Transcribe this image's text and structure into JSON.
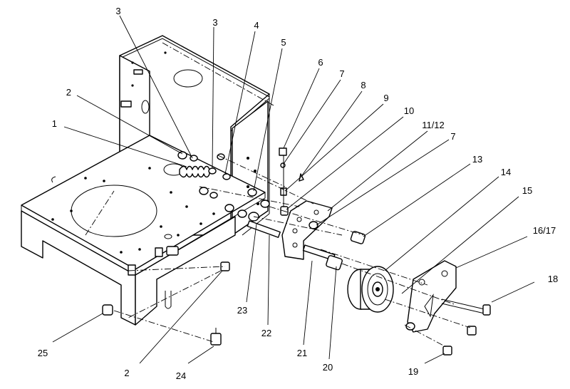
{
  "callouts": [
    {
      "id": "1",
      "label": "1"
    },
    {
      "id": "2a",
      "label": "2"
    },
    {
      "id": "3a",
      "label": "3"
    },
    {
      "id": "3b",
      "label": "3"
    },
    {
      "id": "4",
      "label": "4"
    },
    {
      "id": "5",
      "label": "5"
    },
    {
      "id": "6",
      "label": "6"
    },
    {
      "id": "7a",
      "label": "7"
    },
    {
      "id": "8",
      "label": "8"
    },
    {
      "id": "9",
      "label": "9"
    },
    {
      "id": "10",
      "label": "10"
    },
    {
      "id": "11",
      "label": "11/12"
    },
    {
      "id": "7b",
      "label": "7"
    },
    {
      "id": "13",
      "label": "13"
    },
    {
      "id": "14",
      "label": "14"
    },
    {
      "id": "15",
      "label": "15"
    },
    {
      "id": "16",
      "label": "16/17"
    },
    {
      "id": "18",
      "label": "18"
    },
    {
      "id": "19",
      "label": "19"
    },
    {
      "id": "20",
      "label": "20"
    },
    {
      "id": "21",
      "label": "21"
    },
    {
      "id": "22",
      "label": "22"
    },
    {
      "id": "23",
      "label": "23"
    },
    {
      "id": "24",
      "label": "24"
    },
    {
      "id": "2b",
      "label": "2"
    },
    {
      "id": "25",
      "label": "25"
    }
  ]
}
